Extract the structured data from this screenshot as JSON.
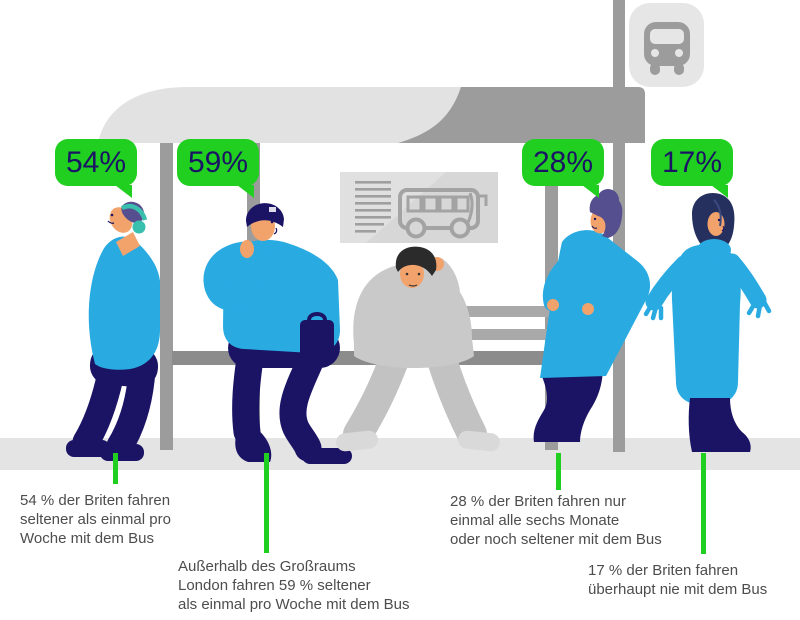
{
  "colors": {
    "accent_green": "#20cf20",
    "navy": "#1b1464",
    "sky_blue": "#29abe2",
    "skin": "#f2a36c",
    "purple_hair": "#564f8f",
    "teal": "#38bfae",
    "text_gray": "#4d4d4d",
    "light_gray": "#e4e4e4",
    "mid_gray": "#9c9c9c"
  },
  "icons": {
    "sign": "bus-front-icon",
    "departure_board": "bus-side-icon"
  },
  "callouts": [
    {
      "percent": "54%",
      "caption": "54 % der Briten fahren\nseltener als einmal pro\nWoche mit dem Bus"
    },
    {
      "percent": "59%",
      "caption": "Außerhalb des Großraums\nLondon fahren 59 % seltener\nals einmal pro Woche mit dem Bus"
    },
    {
      "percent": "28%",
      "caption": "28 % der Briten fahren nur\neinmal alle sechs Monate\noder noch seltener mit dem Bus"
    },
    {
      "percent": "17%",
      "caption": "17 % der Briten fahren\nüberhaupt nie mit dem Bus"
    }
  ],
  "chart_data": {
    "type": "pictogram",
    "unit": "%",
    "values": [
      54,
      59,
      28,
      17
    ],
    "labels": [
      "54%",
      "59%",
      "28%",
      "17%"
    ],
    "annotations": [
      "54 % der Briten fahren seltener als einmal pro Woche mit dem Bus",
      "Außerhalb des Großraums London fahren 59 % seltener als einmal pro Woche mit dem Bus",
      "28 % der Briten fahren nur einmal alle sechs Monate oder noch seltener mit dem Bus",
      "17 % der Briten fahren überhaupt nie mit dem Bus"
    ]
  }
}
